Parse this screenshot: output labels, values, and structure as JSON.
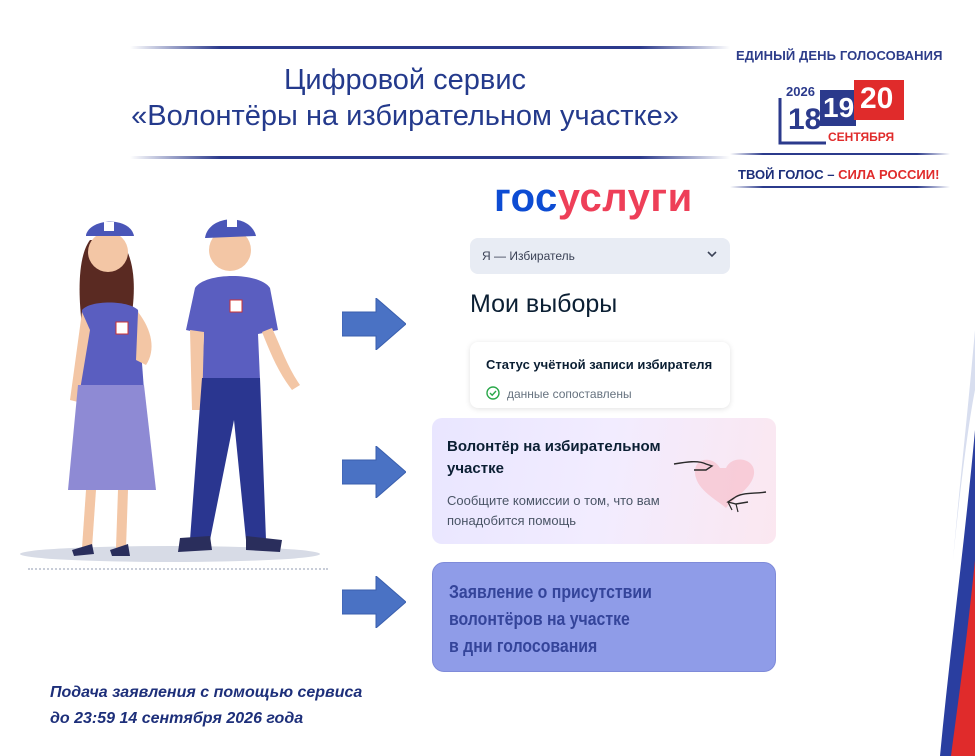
{
  "header": {
    "title_line1": "Цифровой сервис",
    "title_line2": "«Волонтёры на избирательном участке»"
  },
  "election_logo": {
    "top_text": "ЕДИНЫЙ ДЕНЬ ГОЛОСОВАНИЯ",
    "year": "2026",
    "day1": "18",
    "day2": "19",
    "day3": "20",
    "month": "СЕНТЯБРЯ",
    "slogan_part1": "ТВОЙ ГОЛОС – ",
    "slogan_part2": "СИЛА РОССИИ!",
    "colors": {
      "blue": "#2b3a8c",
      "red": "#e02b2b"
    }
  },
  "gosuslugi": {
    "logo_part1": "гос",
    "logo_part2": "услуги",
    "selector_label": "Я — Избиратель",
    "page_heading": "Мои выборы",
    "status_card": {
      "title": "Статус учётной записи избирателя",
      "status": "данные сопоставлены"
    }
  },
  "volunteer_card": {
    "title": "Волонтёр на избирательном участке",
    "description": "Сообщите комиссии о том, что вам понадобится помощь"
  },
  "application_box": {
    "line1": "Заявление  о присутствии",
    "line2": "волонтёров на участке",
    "line3": "в дни голосования"
  },
  "footer": {
    "line1": "Подача заявления с помощью сервиса",
    "line2": "до  23:59  14 сентября  2026 года"
  },
  "icons": [
    "arrow-right-icon",
    "chevron-down-icon",
    "check-circle-icon",
    "hands-heart-icon"
  ]
}
